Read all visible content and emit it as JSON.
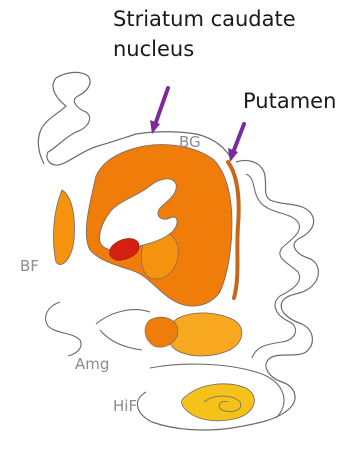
{
  "callouts": {
    "caudate_line1": "Striatum caudate",
    "caudate_line2": "nucleus",
    "putamen": "Putamen"
  },
  "regions": {
    "bg": "BG",
    "bf": "BF",
    "amg": "Amg",
    "hif": "HiF"
  },
  "colors": {
    "outline": "#6b6b6b",
    "orange_dark": "#f07d0a",
    "orange_mid": "#f5930f",
    "orange_light": "#f8a81f",
    "red": "#d42010",
    "putamen_stroke": "#c8661a",
    "arrow": "#7d2a9c",
    "yellow": "#f5c21a"
  }
}
